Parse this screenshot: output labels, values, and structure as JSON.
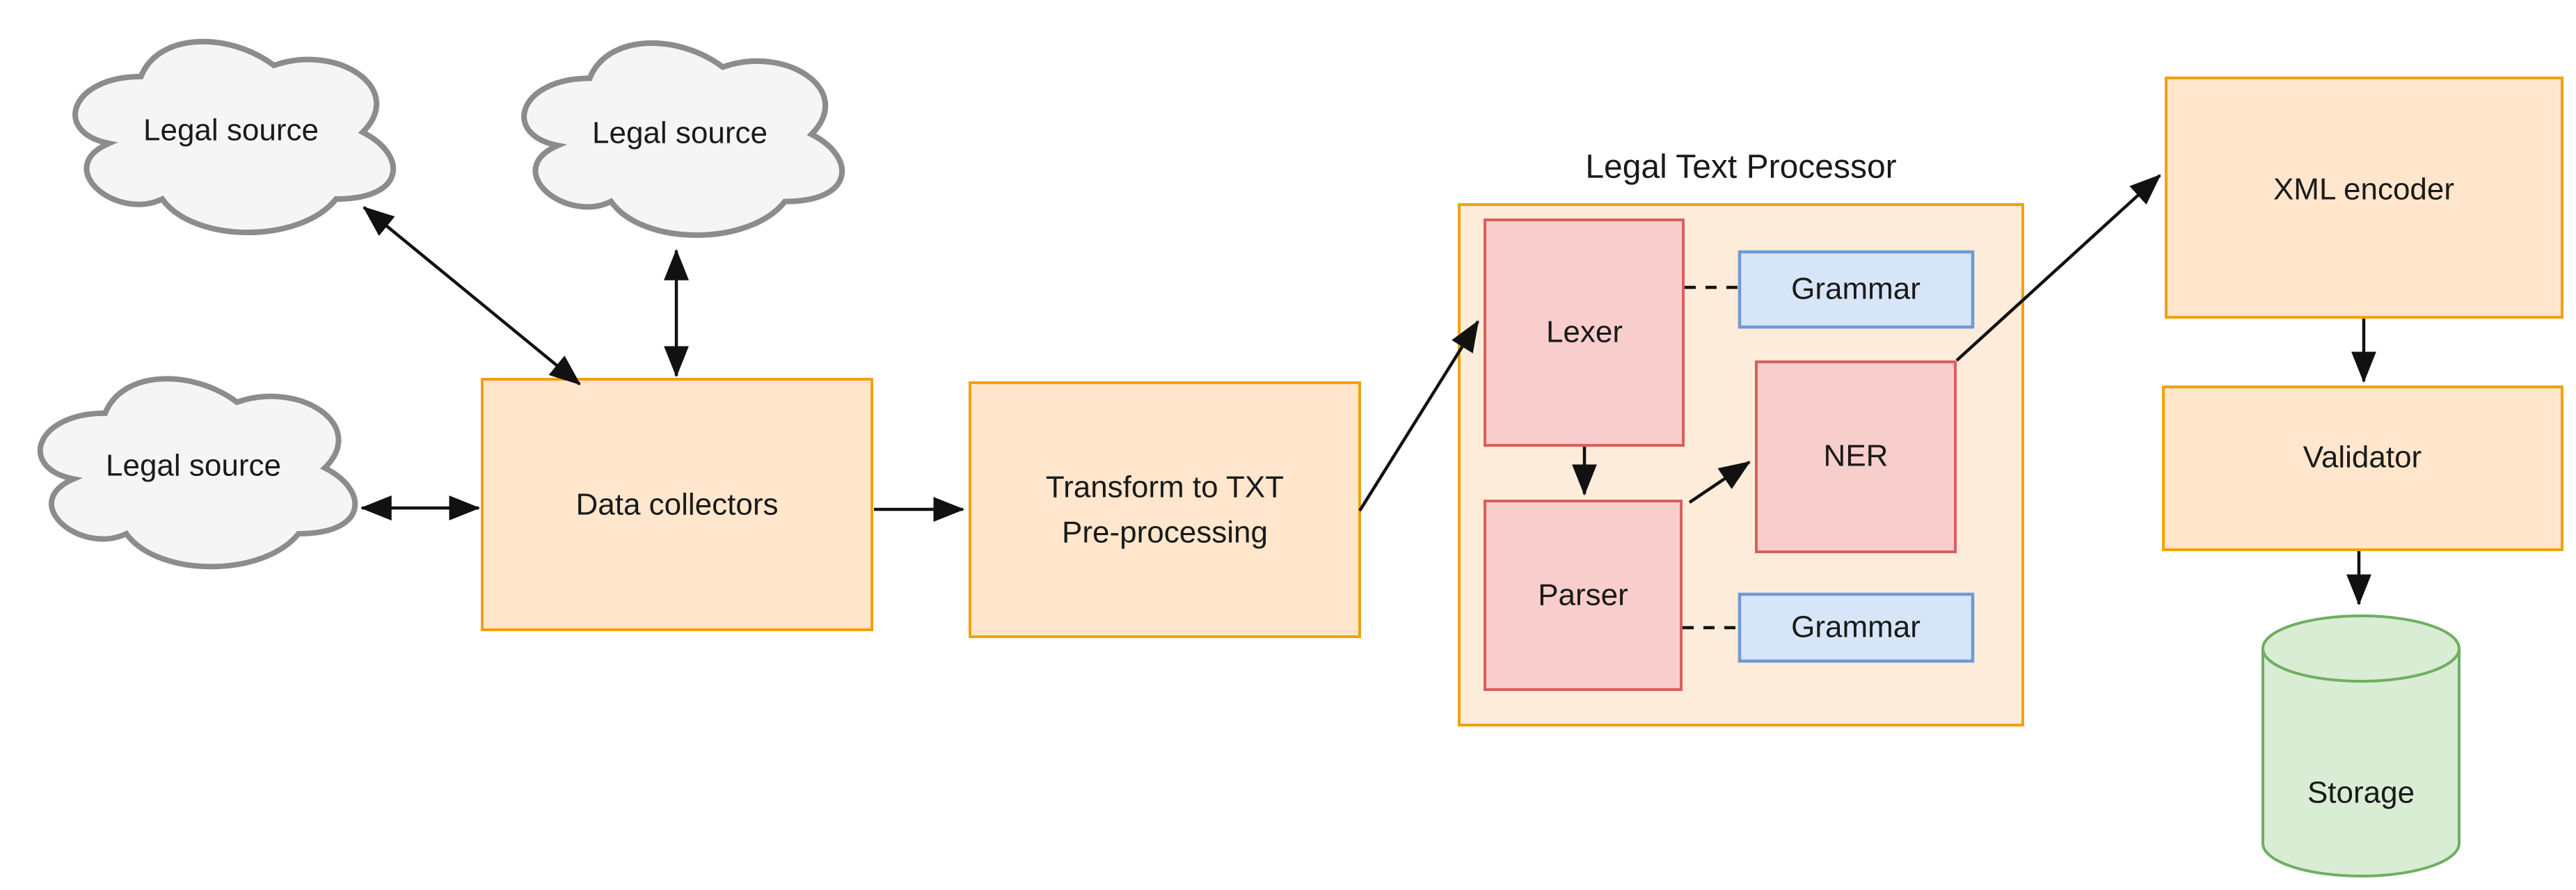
{
  "diagram": {
    "title": "Legal Text Processor",
    "nodes": {
      "cloud1": {
        "label": "Legal source",
        "shape": "cloud"
      },
      "cloud2": {
        "label": "Legal source",
        "shape": "cloud"
      },
      "cloud3": {
        "label": "Legal source",
        "shape": "cloud"
      },
      "data_collectors": {
        "label": "Data collectors",
        "shape": "rectangle"
      },
      "transform": {
        "line1": "Transform to TXT",
        "line2": "Pre-processing",
        "shape": "rectangle"
      },
      "lexer": {
        "label": "Lexer",
        "shape": "rectangle"
      },
      "parser": {
        "label": "Parser",
        "shape": "rectangle"
      },
      "ner": {
        "label": "NER",
        "shape": "rectangle"
      },
      "grammar_top": {
        "label": "Grammar",
        "shape": "rectangle"
      },
      "grammar_bottom": {
        "label": "Grammar",
        "shape": "rectangle"
      },
      "xml_encoder": {
        "label": "XML encoder",
        "shape": "rectangle"
      },
      "validator": {
        "label": "Validator",
        "shape": "rectangle"
      },
      "storage": {
        "label": "Storage",
        "shape": "cylinder"
      }
    },
    "edges": [
      {
        "from": "cloud1",
        "to": "data_collectors",
        "style": "double-arrow"
      },
      {
        "from": "cloud2",
        "to": "data_collectors",
        "style": "double-arrow"
      },
      {
        "from": "cloud3",
        "to": "data_collectors",
        "style": "double-arrow"
      },
      {
        "from": "data_collectors",
        "to": "transform",
        "style": "arrow"
      },
      {
        "from": "transform",
        "to": "lexer",
        "style": "arrow"
      },
      {
        "from": "lexer",
        "to": "parser",
        "style": "arrow"
      },
      {
        "from": "parser",
        "to": "ner",
        "style": "arrow"
      },
      {
        "from": "lexer",
        "to": "grammar_top",
        "style": "dashed"
      },
      {
        "from": "parser",
        "to": "grammar_bottom",
        "style": "dashed"
      },
      {
        "from": "ner",
        "to": "xml_encoder",
        "style": "arrow"
      },
      {
        "from": "xml_encoder",
        "to": "validator",
        "style": "arrow"
      },
      {
        "from": "validator",
        "to": "storage",
        "style": "arrow"
      }
    ],
    "colors": {
      "process_box_fill": "#ffe6cc",
      "process_box_stroke": "#efa20c",
      "module_fill": "#f8cecc",
      "module_stroke": "#d95f5c",
      "grammar_fill": "#d6e6f8",
      "grammar_stroke": "#6c9bd2",
      "cloud_fill": "#f5f5f5",
      "cloud_stroke": "#8c8c8c",
      "storage_fill": "#d9ecd4",
      "storage_stroke": "#6fae61",
      "arrow": "#111111",
      "text": "#1a1a1a"
    }
  }
}
